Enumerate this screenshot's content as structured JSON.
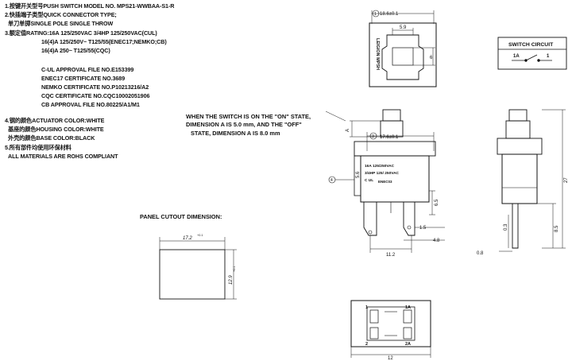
{
  "specs": {
    "l1": "1.按键开关型号PUSH SWITCH MODEL NO. MPS21-WWBAA-S1-R",
    "l2": "2.快插端子类型QUICK CONNECTOR TYPE;",
    "l3": "单刀单掷SINGLE POLE SINGLE THROW",
    "l4": "3.额定值RATING:16A 125/250VAC 3/4HP 125/250VAC(CUL)",
    "l5": "16(4)A 125/250V~ T125/55(ENEC17;NEMKO;CB)",
    "l6": "16(4)A 250~ T125/55(CQC)",
    "l7": "C-UL APPROVAL FILE NO.E153399",
    "l8": "ENEC17 CERTIFICATE NO.3689",
    "l9": "NEMKO CERTIFICATE NO.P10213216/A2",
    "l10": "CQC CERTIFICATE NO.CQC10002051906",
    "l11": "CB APPROVAL FILE NO.80225/A1/M1",
    "l12": "4.钢的颜色ACTUATOR COLOR:WHITE",
    "l13": "基座的颜色HOUSING COLOR:WHITE",
    "l14": "外壳的颜色BASE COLOR:BLACK",
    "l15": "5.所有部件均使用环保材料",
    "l16": "ALL MATERIALS ARE ROHS COMPLIANT"
  },
  "note": {
    "line1": "WHEN THE SWITCH IS ON THE \"ON\" STATE,",
    "line2": "DIMENSION A IS 5.0 mm, AND THE \"OFF\"",
    "line3": "STATE, DIMENSION A IS 8.0 mm"
  },
  "switch_circuit": {
    "title": "SWITCH CIRCUIT",
    "left_label": "1A",
    "right_label": "1"
  },
  "panel_cutout": {
    "title": "PANEL CUTOUT DIMENSION:",
    "width": "17.2",
    "width_tol": "+0.1",
    "height": "12.9",
    "height_tol": "+0.1"
  },
  "top_view": {
    "diameter": "18.6±0.1",
    "inner_width": "5.9",
    "inner_height": "6",
    "logo_text": "LEIGION MPSH",
    "callout": "1"
  },
  "front_view": {
    "body_width": "17.6±0.1",
    "callout_3": "3",
    "callout_4": "4",
    "label_1": "16A 125/250VAC",
    "label_2": "3/4HP 125/ 250VAC",
    "label_3": "C UL",
    "label_4": "ENEC03",
    "dim_a": "A",
    "dim_65": "6.5",
    "dim_15": "1.5",
    "dim_48": "4.8",
    "dim_112": "11.2",
    "dim_56": "5.6"
  },
  "side_view": {
    "dim_27": "27",
    "dim_85": "8.5",
    "dim_03": "0.3",
    "dim_08": "0.8"
  },
  "bottom_view": {
    "label_1": "1",
    "label_1a": "1A",
    "label_2": "2",
    "label_2a": "2A",
    "dim_12": "12"
  }
}
